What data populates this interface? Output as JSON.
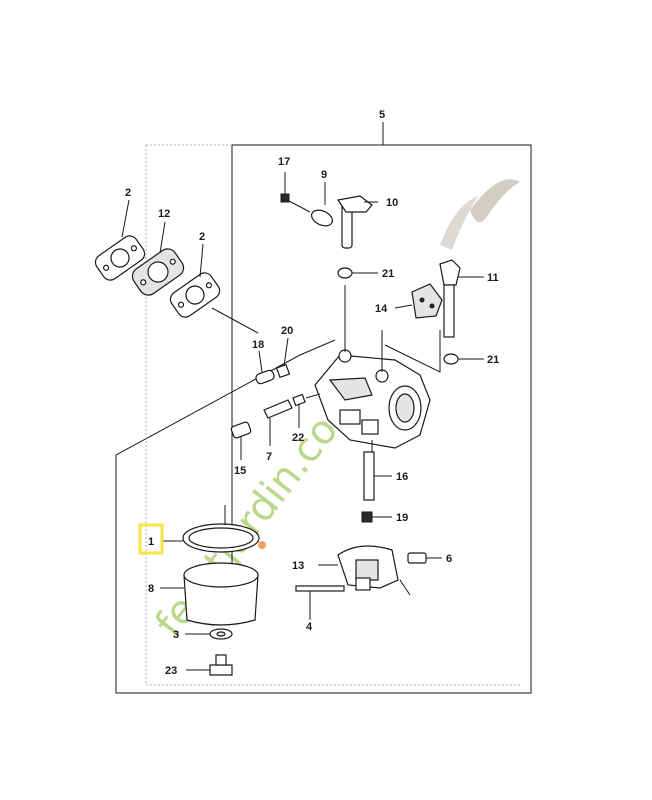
{
  "watermark": {
    "text": "feretjardin.com",
    "color": "#b9d889",
    "dot_color": "#f2a25a",
    "logo_color": "#c9c0b4"
  },
  "highlight": {
    "label": "1",
    "color": "#f5e642"
  },
  "callouts": {
    "c1": "1",
    "c2a": "2",
    "c2b": "2",
    "c3": "3",
    "c4": "4",
    "c5": "5",
    "c6": "6",
    "c7": "7",
    "c8": "8",
    "c9": "9",
    "c10": "10",
    "c11": "11",
    "c12": "12",
    "c13": "13",
    "c14": "14",
    "c15": "15",
    "c16": "16",
    "c17": "17",
    "c18": "18",
    "c19": "19",
    "c20": "20",
    "c21a": "21",
    "c21b": "21",
    "c22": "22",
    "c23": "23"
  }
}
